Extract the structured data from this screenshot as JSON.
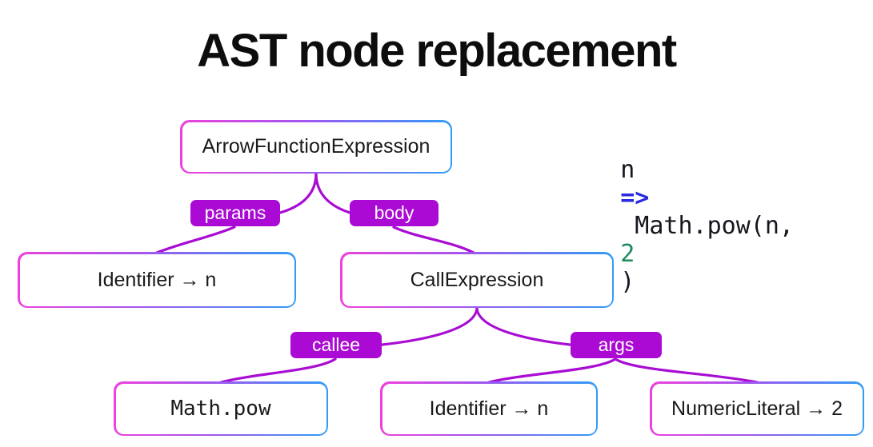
{
  "title": "AST node replacement",
  "code": {
    "part1": "n ",
    "part2": "=>",
    "part3": " Math.pow(n, ",
    "part4": "2",
    "part5": ")"
  },
  "tree": {
    "nodes": [
      {
        "id": "arrow-function-expression",
        "label": "ArrowFunctionExpression"
      },
      {
        "id": "identifier-param",
        "label": "Identifier → n"
      },
      {
        "id": "call-expression",
        "label": "CallExpression"
      },
      {
        "id": "math-pow",
        "label": "Math.pow"
      },
      {
        "id": "identifier-arg",
        "label": "Identifier → n"
      },
      {
        "id": "numeric-literal",
        "label": "NumericLiteral → 2"
      }
    ],
    "edge_labels": [
      {
        "label": "params"
      },
      {
        "label": "body"
      },
      {
        "label": "callee"
      },
      {
        "label": "args"
      }
    ]
  },
  "colors": {
    "edge_stroke": "#a90cd3",
    "edge_label_bg": "#aa0ad3",
    "node_border_left": "#ee41dc",
    "node_border_mid": "#a356ef",
    "node_border_right": "#2f9cf8",
    "code_arrow_blue": "#2a2ae0",
    "code_number_green": "#1d8a5f",
    "text": "#1a1a1a"
  }
}
